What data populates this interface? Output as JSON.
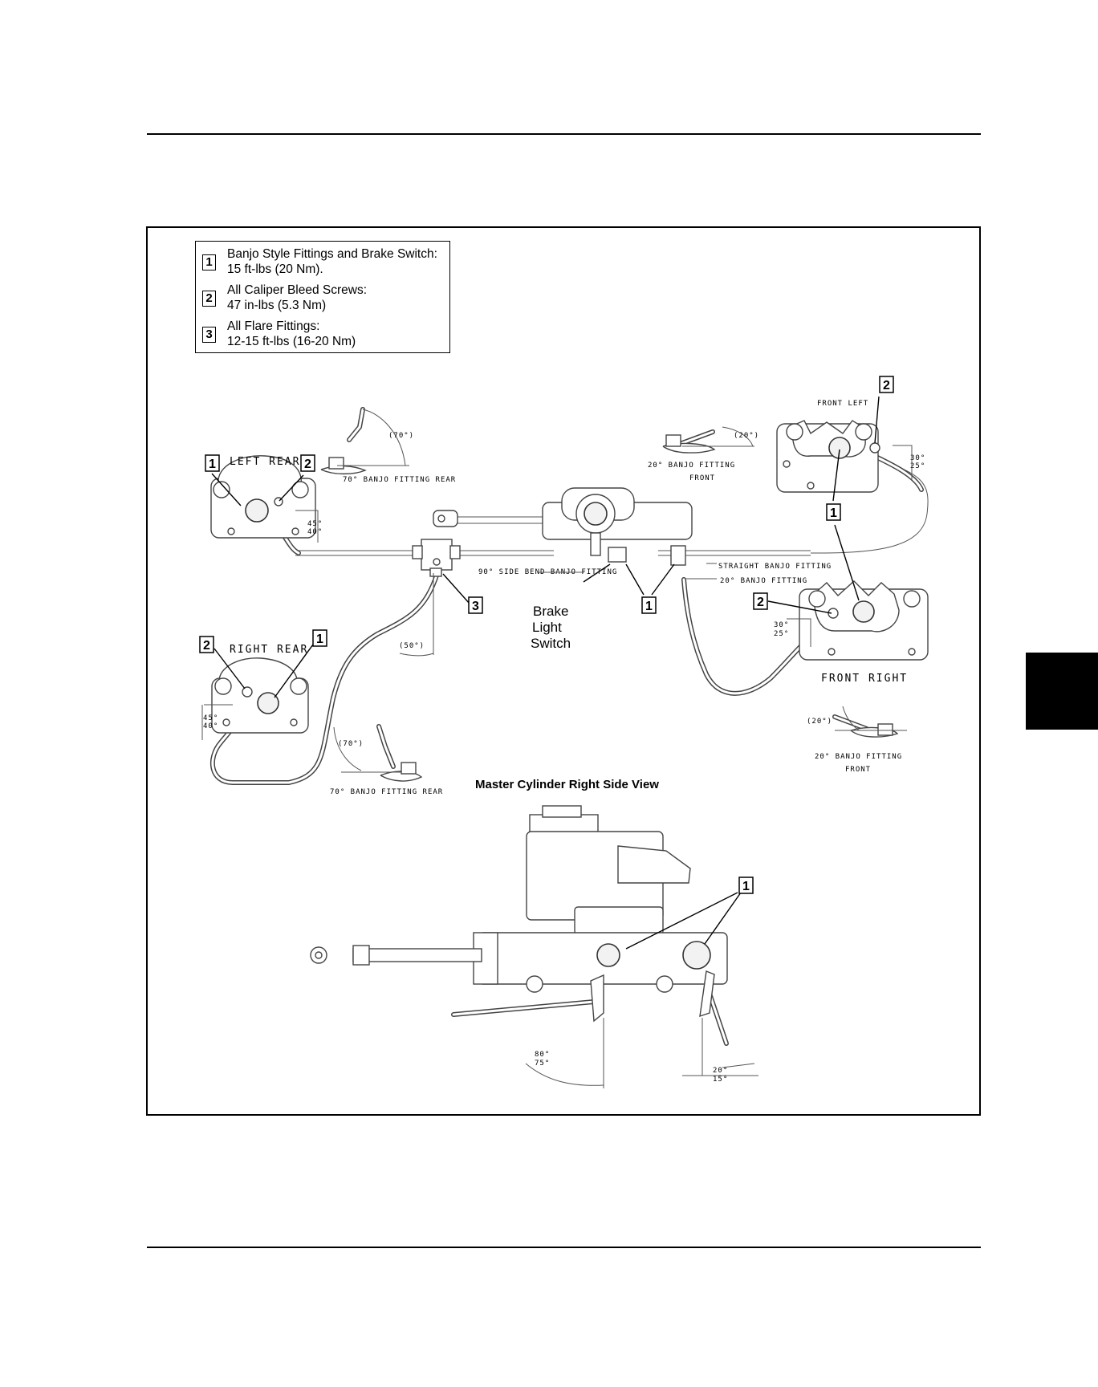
{
  "legend": {
    "items": [
      {
        "num": "1",
        "line1": "Banjo Style Fittings and Brake Switch:",
        "line2": "15 ft-lbs (20 Nm)."
      },
      {
        "num": "2",
        "line1": "All Caliper Bleed Screws:",
        "line2": "47 in-lbs (5.3 Nm)"
      },
      {
        "num": "3",
        "line1": "All Flare Fittings:",
        "line2": "12-15 ft-lbs (16-20 Nm)"
      }
    ]
  },
  "labels": {
    "left_rear": "LEFT REAR",
    "right_rear": "RIGHT REAR",
    "front_left": "FRONT LEFT",
    "front_right": "FRONT RIGHT",
    "banjo_70_rear_top": "70° BANJO FITTING REAR",
    "banjo_70_rear_bottom": "70° BANJO FITTING REAR",
    "banjo_20_front_top_1": "20° BANJO FITTING",
    "banjo_20_front_top_2": "FRONT",
    "banjo_20_front_bottom_1": "20° BANJO FITTING",
    "banjo_20_front_bottom_2": "FRONT",
    "side_bend": "90° SIDE BEND BANJO FITTING",
    "straight_banjo": "STRAIGHT BANJO FITTING",
    "banjo_20": "20° BANJO FITTING",
    "brake_light_1": "Brake",
    "brake_light_2": "Light",
    "brake_light_3": "Switch",
    "master_heading": "Master Cylinder Right Side View"
  },
  "angles": {
    "a70_top": "(70°)",
    "a20_top": "(20°)",
    "a45_40_left": [
      "45°",
      "40°"
    ],
    "a30_25_fl": [
      "30°",
      "25°"
    ],
    "a30_25_fr": [
      "30°",
      "25°"
    ],
    "a50": "(50°)",
    "a45_40_rr": [
      "45°",
      "40°"
    ],
    "a70_bottom": "(70°)",
    "a20_bottom": "(20°)",
    "a80_75": [
      "80°",
      "75°"
    ],
    "a20_15": [
      "20°",
      "15°"
    ]
  },
  "callouts": {
    "c1": "1",
    "c2": "2",
    "c3": "3"
  }
}
